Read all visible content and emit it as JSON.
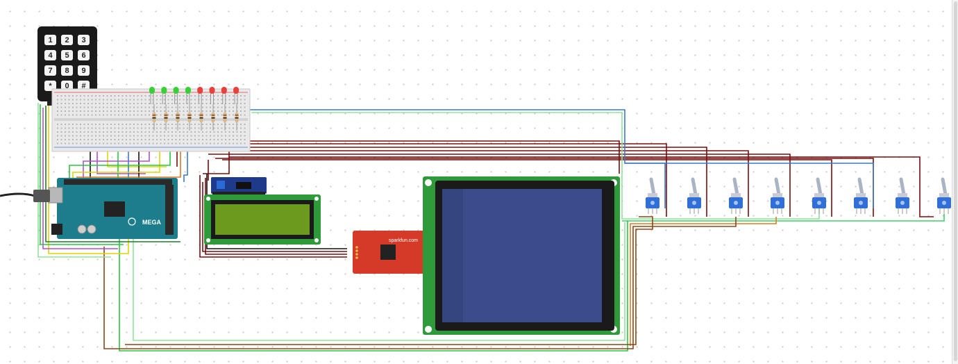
{
  "keypad": {
    "keys": [
      "1",
      "2",
      "3",
      "4",
      "5",
      "6",
      "7",
      "8",
      "9",
      "*",
      "0",
      "#"
    ]
  },
  "arduino": {
    "label": "MEGA"
  },
  "lcd_backpack": {
    "label": ""
  },
  "sparkfun": {
    "label": "sparkfun.com"
  },
  "leds": {
    "colors": [
      "#35d135",
      "#35d135",
      "#35d135",
      "#35d135",
      "#e8403a",
      "#e8403a",
      "#e8403a",
      "#e8403a"
    ]
  },
  "switches": {
    "count": 8
  },
  "colors": {
    "wire_darkred": "#7a0b0b",
    "wire_brown": "#8b4513",
    "wire_green": "#27c93f",
    "wire_blue": "#3a79c9",
    "wire_lightgreen": "#8fe39a",
    "wire_yellow": "#e2d400",
    "wire_purple": "#b14fd6",
    "wire_black": "#111111",
    "glcd_screen": "#3a4c8c",
    "glcd_pcb": "#2e9a3a",
    "lcd_screen": "#6a9a1e",
    "arduino_pcb": "#1c7e8c",
    "sparkfun_pcb": "#d53a28"
  }
}
